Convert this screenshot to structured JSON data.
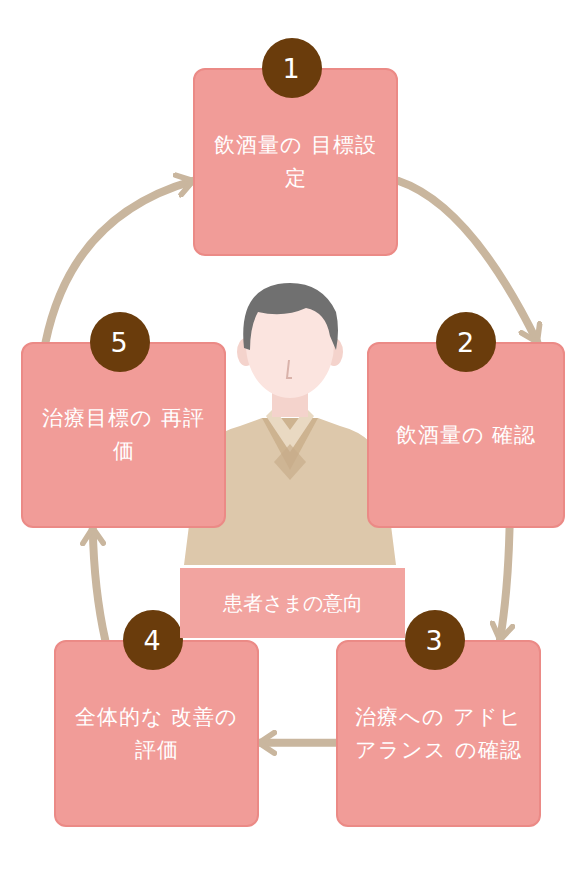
{
  "diagram": {
    "nodes": [
      {
        "text": [
          "飲酒量の 目標設定"
        ]
      },
      {
        "text": [
          "1"
        ],
        "in": 0
      },
      {
        "text": [
          "飲酒量の 確認"
        ]
      },
      {
        "text": [
          "2"
        ],
        "in": 2
      },
      {
        "text": [
          "治療への アドヒアランス の確認"
        ]
      },
      {
        "text": [
          "3"
        ],
        "in": 4
      },
      {
        "text": [
          "全体的な 改善の評価"
        ]
      },
      {
        "text": [
          "4"
        ],
        "in": 6
      },
      {
        "text": [
          "治療目標の 再評価"
        ]
      },
      {
        "text": [
          "5"
        ],
        "in": 8
      },
      {
        "text": [
          "患者さまの意向"
        ]
      }
    ],
    "edges": [
      {
        "from": 0,
        "to": 2,
        "arrow": "to"
      },
      {
        "from": 2,
        "to": 4,
        "arrow": "to"
      },
      {
        "from": 4,
        "to": 6,
        "arrow": "to"
      },
      {
        "from": 6,
        "to": 8,
        "arrow": "to"
      },
      {
        "from": 8,
        "to": 0,
        "arrow": "to"
      }
    ]
  }
}
